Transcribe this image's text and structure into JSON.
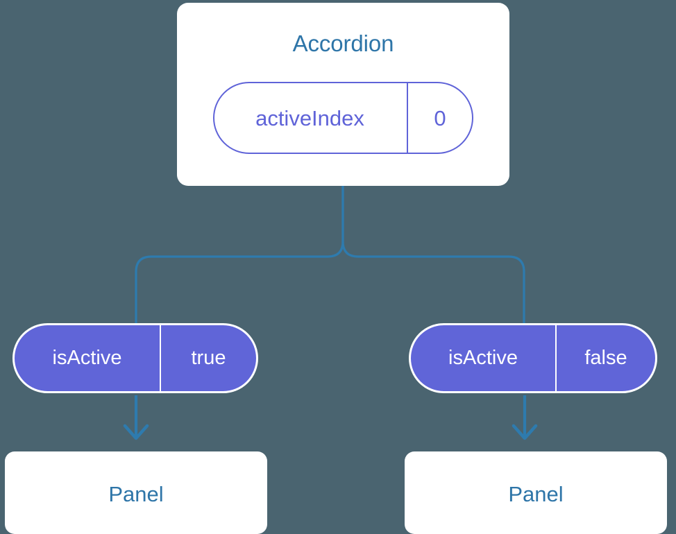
{
  "diagram": {
    "type": "component-tree",
    "background_color": "#4a6470",
    "accent_blue": "#2e75a8",
    "accent_purple": "#6065d8",
    "connector_color": "#2e7bae",
    "card_color": "#ffffff"
  },
  "root": {
    "title": "Accordion",
    "state": {
      "key": "activeIndex",
      "value": "0"
    }
  },
  "children": [
    {
      "prop": {
        "key": "isActive",
        "value": "true"
      },
      "component": {
        "title": "Panel"
      }
    },
    {
      "prop": {
        "key": "isActive",
        "value": "false"
      },
      "component": {
        "title": "Panel"
      }
    }
  ]
}
